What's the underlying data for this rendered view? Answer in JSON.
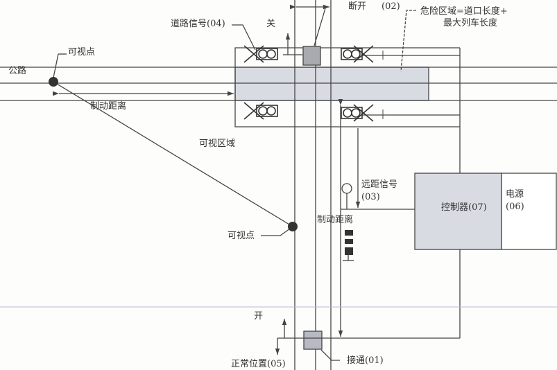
{
  "labels": {
    "road": "公路",
    "view_point_left": "可视点",
    "braking_distance_road": "制动距离",
    "visible_area": "可视区域",
    "view_point_track": "可视点",
    "road_signal": "道路信号(04)",
    "close": "关",
    "disconnect": "断开",
    "disconnect_code": "(02)",
    "danger_zone_line1": "危险区域=道口长度+",
    "danger_zone_line2": "最大列车长度",
    "distant_signal": "远距信号",
    "distant_signal_code": "(03)",
    "braking_distance_track": "制动距离",
    "controller": "控制器(07)",
    "power": "电源",
    "power_code": "(06)",
    "open": "开",
    "normal_position": "正常位置(05)",
    "connect": "接通(01)"
  },
  "colors": {
    "line": "#444444",
    "fill": "#d9dbe3",
    "dot": "#333333",
    "scanline": "#b8b8e0"
  }
}
